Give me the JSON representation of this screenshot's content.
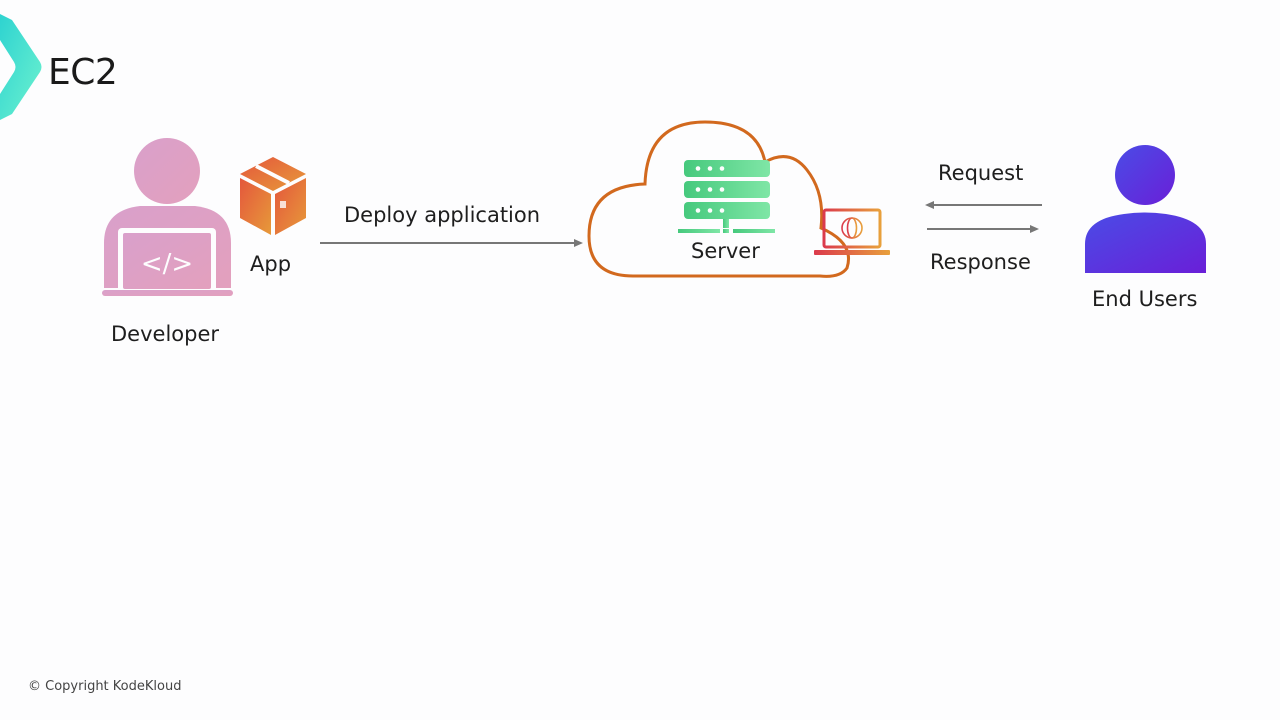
{
  "slide": {
    "title": "EC2",
    "accent_color": "#3fd6cf"
  },
  "diagram": {
    "nodes": {
      "developer": {
        "label": "Developer",
        "icon": "developer-laptop-icon",
        "color": "#d99bc8"
      },
      "app": {
        "label": "App",
        "icon": "package-box-icon",
        "color": "#e0683a"
      },
      "server": {
        "label": "Server",
        "icon": "server-rack-icon",
        "color": "#4fd08a"
      },
      "cloud": {
        "icon": "cloud-outline-icon",
        "color": "#d2691e"
      },
      "web": {
        "icon": "laptop-globe-icon",
        "color": "#e0683a"
      },
      "end_users": {
        "label": "End Users",
        "icon": "user-icon",
        "color": "#5a3de8"
      }
    },
    "edges": {
      "deploy": {
        "label": "Deploy application",
        "from": "developer",
        "to": "server"
      },
      "request": {
        "label": "Request",
        "from": "end_users",
        "to": "server"
      },
      "response": {
        "label": "Response",
        "from": "server",
        "to": "end_users"
      }
    }
  },
  "footer": {
    "copyright": "© Copyright KodeKloud"
  }
}
